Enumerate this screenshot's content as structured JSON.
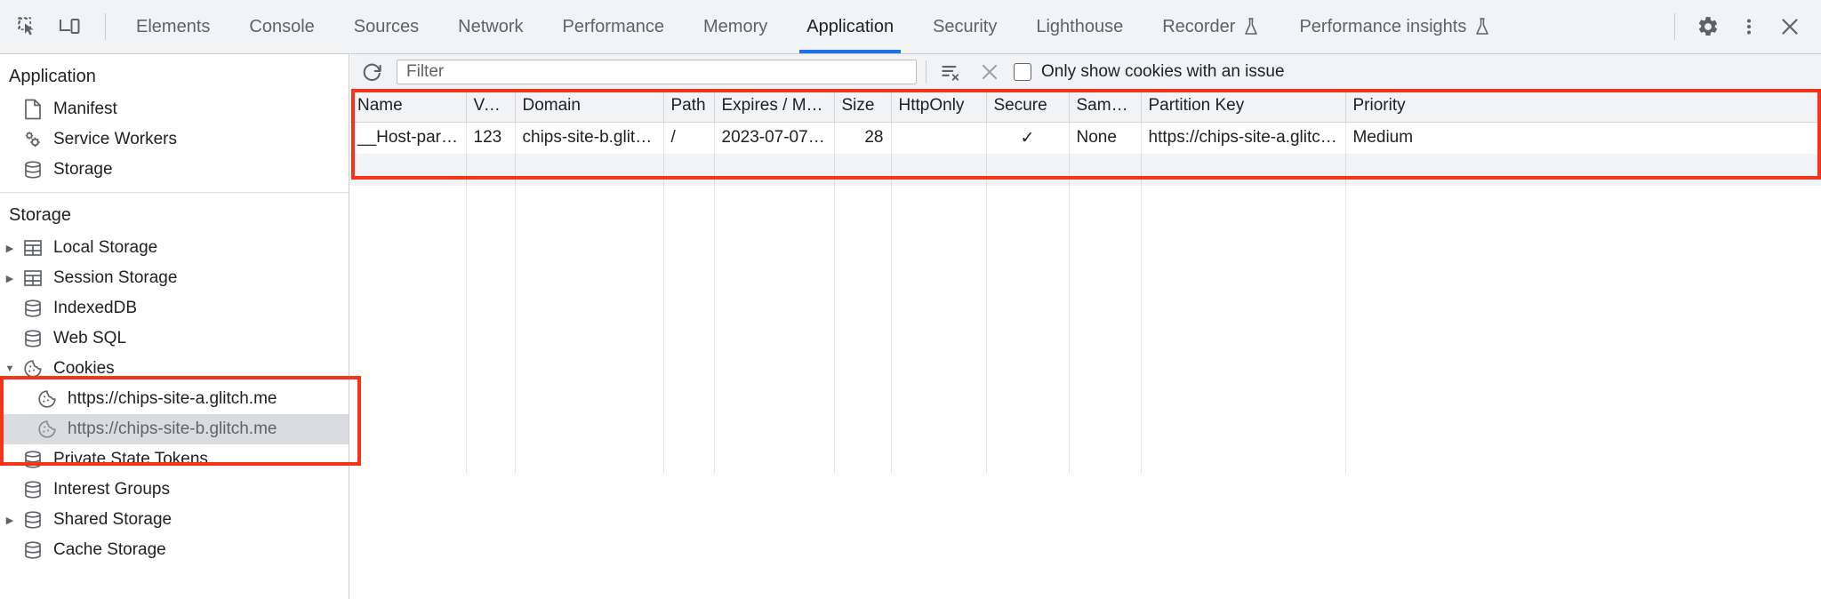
{
  "toolbar": {
    "left_icons": [
      {
        "name": "inspect-element-icon",
        "title": "Inspect element"
      },
      {
        "name": "device-toolbar-icon",
        "title": "Toggle device toolbar"
      }
    ],
    "tabs": [
      {
        "label": "Elements",
        "active": false,
        "experimental": false
      },
      {
        "label": "Console",
        "active": false,
        "experimental": false
      },
      {
        "label": "Sources",
        "active": false,
        "experimental": false
      },
      {
        "label": "Network",
        "active": false,
        "experimental": false
      },
      {
        "label": "Performance",
        "active": false,
        "experimental": false
      },
      {
        "label": "Memory",
        "active": false,
        "experimental": false
      },
      {
        "label": "Application",
        "active": true,
        "experimental": false
      },
      {
        "label": "Security",
        "active": false,
        "experimental": false
      },
      {
        "label": "Lighthouse",
        "active": false,
        "experimental": false
      },
      {
        "label": "Recorder",
        "active": false,
        "experimental": true
      },
      {
        "label": "Performance insights",
        "active": false,
        "experimental": true
      }
    ],
    "right_icons": [
      {
        "name": "settings-gear-icon",
        "title": "Settings"
      },
      {
        "name": "more-options-icon",
        "title": "Customize and control DevTools"
      },
      {
        "name": "close-icon",
        "title": "Close DevTools"
      }
    ],
    "active_tab_underline_color": "#1a73e8"
  },
  "sidebar": {
    "sections": [
      {
        "title": "Application",
        "items": [
          {
            "label": "Manifest",
            "icon": "manifest-document-icon",
            "expandable": false,
            "selected": false
          },
          {
            "label": "Service Workers",
            "icon": "service-workers-gears-icon",
            "expandable": false,
            "selected": false
          },
          {
            "label": "Storage",
            "icon": "storage-database-icon",
            "expandable": false,
            "selected": false
          }
        ]
      },
      {
        "title": "Storage",
        "items": [
          {
            "label": "Local Storage",
            "icon": "table-grid-icon",
            "expandable": true,
            "expanded": false,
            "selected": false
          },
          {
            "label": "Session Storage",
            "icon": "table-grid-icon",
            "expandable": true,
            "expanded": false,
            "selected": false
          },
          {
            "label": "IndexedDB",
            "icon": "database-icon",
            "expandable": false,
            "selected": false
          },
          {
            "label": "Web SQL",
            "icon": "database-icon",
            "expandable": false,
            "selected": false
          },
          {
            "label": "Cookies",
            "icon": "cookie-icon",
            "expandable": true,
            "expanded": true,
            "selected": false
          },
          {
            "label": "https://chips-site-a.glitch.me",
            "icon": "cookie-icon",
            "expandable": false,
            "selected": false,
            "indent": 2
          },
          {
            "label": "https://chips-site-b.glitch.me",
            "icon": "cookie-icon",
            "expandable": false,
            "selected": true,
            "indent": 2
          },
          {
            "label": "Private State Tokens",
            "icon": "database-icon",
            "expandable": false,
            "selected": false
          },
          {
            "label": "Interest Groups",
            "icon": "database-icon",
            "expandable": false,
            "selected": false
          },
          {
            "label": "Shared Storage",
            "icon": "database-icon",
            "expandable": true,
            "expanded": false,
            "selected": false
          },
          {
            "label": "Cache Storage",
            "icon": "database-icon",
            "expandable": false,
            "selected": false
          }
        ]
      }
    ]
  },
  "filter_bar": {
    "refresh_icon": "refresh-icon",
    "filter_placeholder": "Filter",
    "filter_value": "",
    "clear_filtered_icon": "clear-filtered-cookies-icon",
    "clear_all_icon": "clear-all-cookies-icon",
    "checkbox_label": "Only show cookies with an issue",
    "checkbox_checked": false
  },
  "cookies_table": {
    "columns": [
      "Name",
      "Value",
      "Domain",
      "Path",
      "Expires / M…",
      "Size",
      "HttpOnly",
      "Secure",
      "SameSite",
      "Partition Key",
      "Priority"
    ],
    "rows": [
      {
        "Name": "__Host-partitioned-cookie",
        "Value": "123",
        "Domain": "chips-site-b.glitch.me",
        "Path": "/",
        "Expires / M…": "2023-07-07…",
        "Size": "28",
        "HttpOnly": "",
        "Secure": "✓",
        "SameSite": "None",
        "Partition Key": "https://chips-site-a.glitch.me",
        "Priority": "Medium"
      }
    ]
  },
  "annotations": {
    "color": "#f4351b",
    "boxes": [
      {
        "name": "table-highlight-box",
        "target": "cookies-table-header-and-row"
      },
      {
        "name": "cookies-tree-highlight-box",
        "target": "sidebar-cookies-subtree"
      }
    ]
  }
}
